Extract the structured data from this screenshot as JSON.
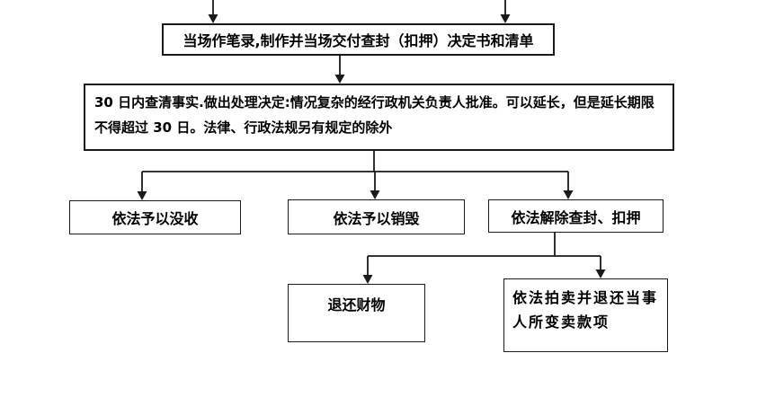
{
  "diagram": {
    "type": "flowchart",
    "colors": {
      "line": "#1a1a1a",
      "text": "#000000",
      "background": "#ffffff"
    },
    "nodes": {
      "onsite_record": {
        "label": "当场作笔录,制作并当场交付查封（扣押）决定书和清单"
      },
      "decision_30days": {
        "label": "30 日内查清事实.做出处理决定:情况复杂的经行政机关负责人批准。可以延长，但是延长期限不得超过 30 日。法律、行政法规另有规定的除外"
      },
      "confiscate": {
        "label": "依法予以没收"
      },
      "destroy": {
        "label": "依法予以销毁"
      },
      "release_seizure": {
        "label": "依法解除查封、扣押"
      },
      "return_property": {
        "label": "退还财物"
      },
      "auction_refund": {
        "label": "依法拍卖并退还当事人所变卖款项"
      }
    },
    "edges": [
      {
        "from": "offscreen-top-left",
        "to": "onsite_record"
      },
      {
        "from": "offscreen-top-right",
        "to": "onsite_record"
      },
      {
        "from": "onsite_record",
        "to": "decision_30days"
      },
      {
        "from": "decision_30days",
        "to": "confiscate"
      },
      {
        "from": "decision_30days",
        "to": "destroy"
      },
      {
        "from": "decision_30days",
        "to": "release_seizure"
      },
      {
        "from": "release_seizure",
        "to": "return_property"
      },
      {
        "from": "release_seizure",
        "to": "auction_refund"
      }
    ]
  }
}
